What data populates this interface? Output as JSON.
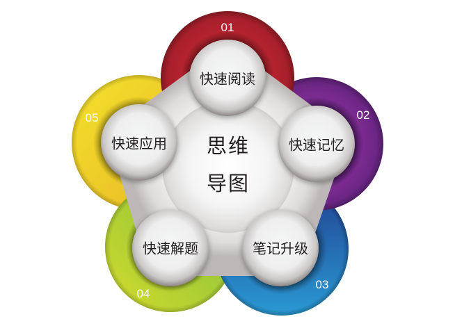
{
  "diagram": {
    "center": {
      "line1": "思维",
      "line2": "导图"
    },
    "petals": [
      {
        "number": "01",
        "label": "快速阅读",
        "color": "#b3232e",
        "color_dark": "#7d1a22"
      },
      {
        "number": "02",
        "label": "快速记忆",
        "color": "#742a8c",
        "color_dark": "#4e1c63"
      },
      {
        "number": "03",
        "label": "笔记升级",
        "color": "#2386c7",
        "color_dark": "#21489a"
      },
      {
        "number": "04",
        "label": "快速解题",
        "color": "#8cc43f",
        "color_dark": "#c8d52f"
      },
      {
        "number": "05",
        "label": "快速应用",
        "color": "#f2d82a",
        "color_dark": "#e2b324"
      }
    ]
  }
}
